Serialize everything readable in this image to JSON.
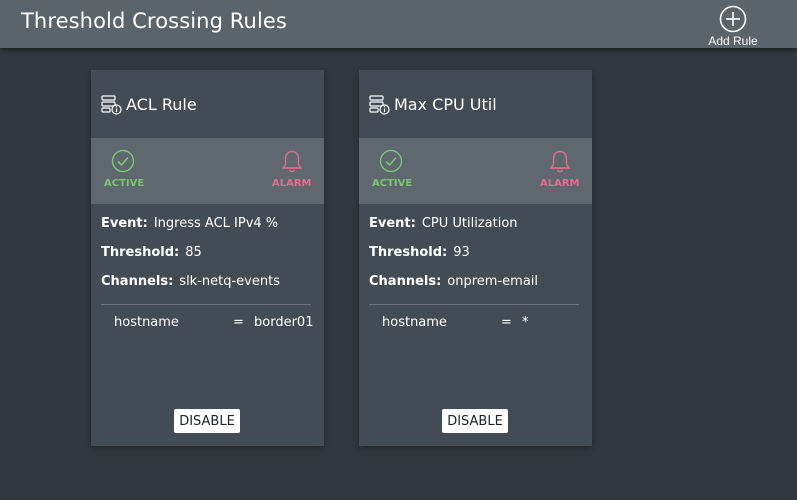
{
  "header": {
    "title": "Threshold Crossing Rules",
    "add_rule_label": "Add Rule",
    "add_icon": "plus-circle-icon"
  },
  "colors": {
    "header_bg": "#5b636b",
    "page_bg": "#313840",
    "card_bg": "#434c55",
    "status_band_bg": "#5f676f",
    "active": "#79c771",
    "alarm": "#e36d8f"
  },
  "cards": [
    {
      "title": "ACL Rule",
      "icon": "server-info-icon",
      "status": {
        "active_label": "ACTIVE",
        "alarm_label": "ALARM",
        "active_icon": "check-circle-icon",
        "alarm_icon": "bell-icon"
      },
      "event_label": "Event:",
      "event_value": "Ingress ACL IPv4 %",
      "threshold_label": "Threshold:",
      "threshold_value": "85",
      "channels_label": "Channels:",
      "channels_value": "slk-netq-events",
      "filter": {
        "key": "hostname",
        "op": "=",
        "value": "border01"
      },
      "disable_label": "DISABLE"
    },
    {
      "title": "Max CPU Util",
      "icon": "server-info-icon",
      "status": {
        "active_label": "ACTIVE",
        "alarm_label": "ALARM",
        "active_icon": "check-circle-icon",
        "alarm_icon": "bell-icon"
      },
      "event_label": "Event:",
      "event_value": "CPU Utilization",
      "threshold_label": "Threshold:",
      "threshold_value": "93",
      "channels_label": "Channels:",
      "channels_value": "onprem-email",
      "filter": {
        "key": "hostname",
        "op": "=",
        "value": "*"
      },
      "disable_label": "DISABLE"
    }
  ]
}
